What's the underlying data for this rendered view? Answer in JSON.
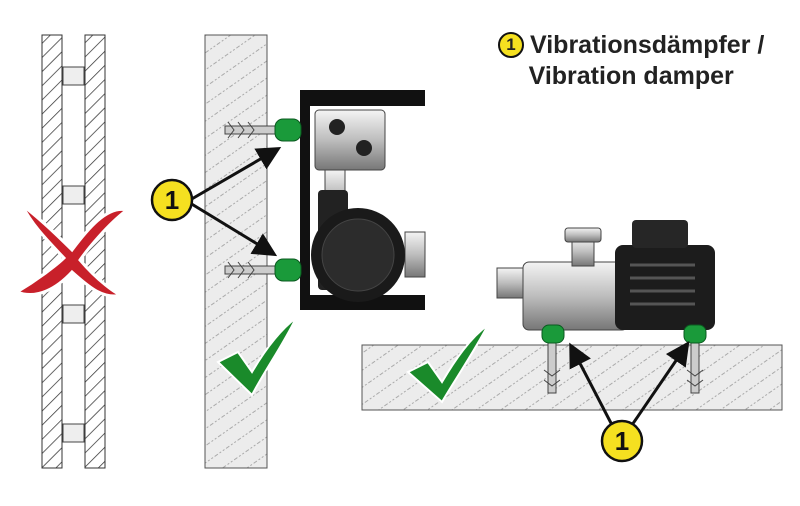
{
  "legend": {
    "number": "1",
    "line1": "Vibrationsdämpfer /",
    "line2": "Vibration damper"
  },
  "callouts": [
    {
      "label": "1"
    },
    {
      "label": "1"
    }
  ],
  "colors": {
    "damper": "#1a9a3a",
    "wrong": "#c8202a",
    "correct": "#1a8a2a",
    "callout": "#f5e020"
  }
}
